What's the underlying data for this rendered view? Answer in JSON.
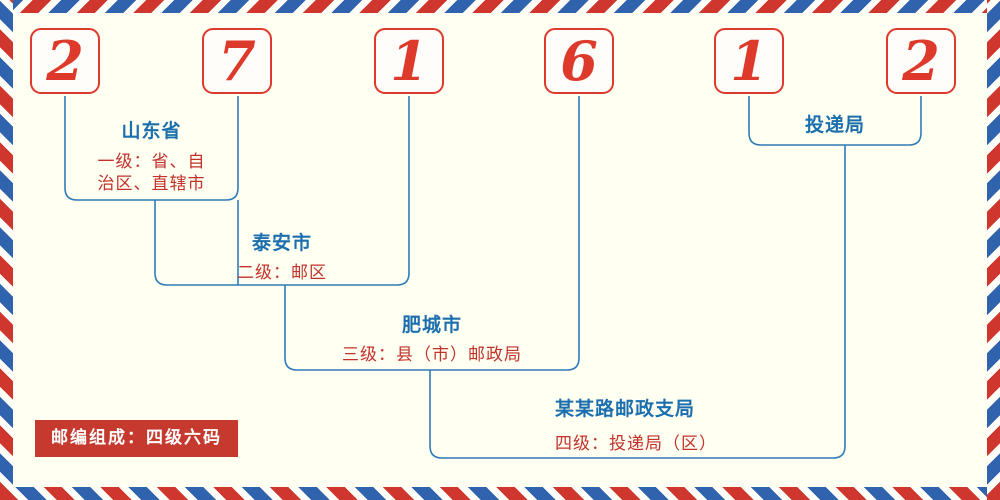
{
  "digits": [
    "2",
    "7",
    "1",
    "6",
    "1",
    "2"
  ],
  "labels": [
    {
      "title": "山东省",
      "desc": "一级：省、自治区、直辖市"
    },
    {
      "title": "泰安市",
      "desc": "二级：邮区"
    },
    {
      "title": "肥城市",
      "desc": "三级：县（市）邮政局"
    },
    {
      "title": "某某路邮政支局",
      "desc": "四级：投递局（区）"
    },
    {
      "title": "投递局",
      "desc": ""
    }
  ],
  "badge": {
    "text": "邮编组成：四级六码"
  },
  "colors": {
    "digit_red": "#de3a2b",
    "stripe_red": "#cf372e",
    "stripe_blue": "#2f63ad",
    "connector_blue": "#2e7cb8",
    "title_blue": "#1b6fae",
    "desc_red": "#c2322b",
    "background": "#fffff2"
  }
}
